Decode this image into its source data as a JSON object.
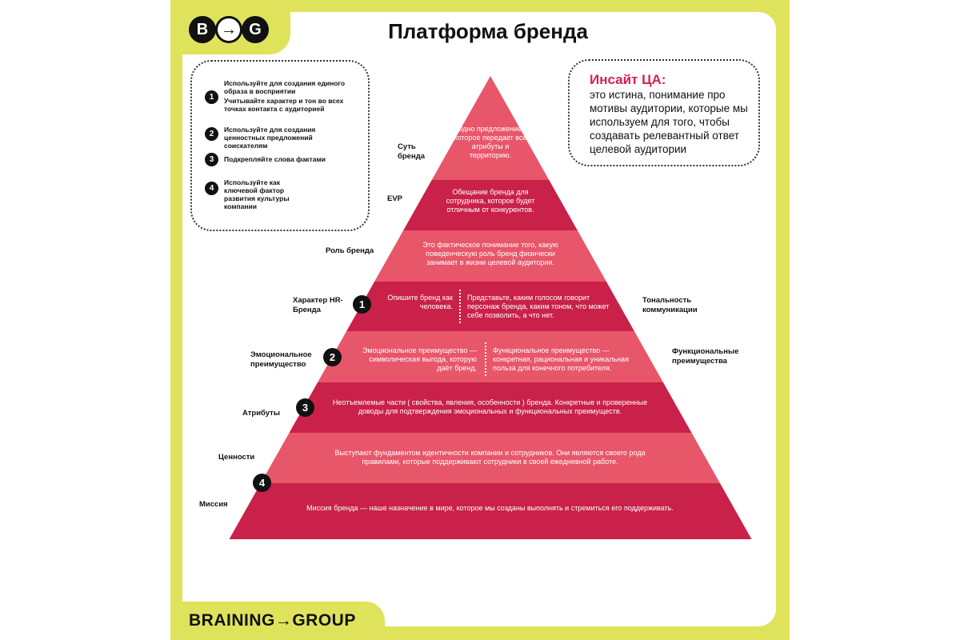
{
  "header": {
    "logo_letters": [
      "B",
      "→",
      "G"
    ],
    "title": "Платформа бренда"
  },
  "footer": {
    "brand": "BRAINING→GROUP"
  },
  "tips": [
    {
      "num": "1",
      "texts": [
        "Используйте для создания единого образа в восприятии",
        "Учитывайте характер и тон во всех точках контакта с аудиторией"
      ]
    },
    {
      "num": "2",
      "texts": [
        "Используйте для создания ценностных предложений соискателям"
      ]
    },
    {
      "num": "3",
      "texts": [
        "Подкрепляйте слова фактами"
      ]
    },
    {
      "num": "4",
      "texts": [
        "Используйте как ключевой фактор развития культуры компании"
      ]
    }
  ],
  "insight": {
    "title": "Инсайт ЦА:",
    "text": "это истина, понимание про мотивы аудитории, которые мы используем для того, чтобы создавать релевантный ответ целевой аудитории"
  },
  "colors": {
    "light": "#e8566a",
    "dark": "#c92149",
    "frame": "#dfe35c"
  },
  "pyramid": {
    "levels": [
      {
        "label": "Суть бренда",
        "text": "Одно предложение, которое передает все атрибуты и территорию."
      },
      {
        "label": "EVP",
        "text": "Обещание бренда для сотрудника, которое будет отличным от конкурентов."
      },
      {
        "label": "Роль бренда",
        "text": "Это фактическое понимание того, какую поведенческую роль бренд физически занимает в жизни целевой аудитории."
      },
      {
        "label": "Характер HR-Бренда",
        "num": "1",
        "text": "Опишите бренд как человека.",
        "text2": "Представьте, каким голосом говорит персонаж бренда, каким тоном, что может себе позволить, а что нет.",
        "right_label": "Тональность коммуникации"
      },
      {
        "label": "Эмоциональное преимущество",
        "num": "2",
        "text": "Эмоциональное преимущество — символическая выгода, которую даёт бренд.",
        "text2": "Функциональное преимущество — конкретная, рациональная и уникальная польза для конечного потребителя.",
        "right_label": "Функциональные преимущества"
      },
      {
        "label": "Атрибуты",
        "num": "3",
        "text": "Неотъемлемые части ( свойства, явления, особенности ) бренда. Конкретные и проверенные доводы для подтверждения эмоциональных и функциональных преимуществ."
      },
      {
        "label": "Ценности",
        "text": "Выступают фундаментом идентичности компании и сотрудников. Они являются своего рода правилами, которые поддерживают сотрудники в своей ежедневной работе."
      },
      {
        "label": "Миссия",
        "num": "4",
        "text": "Миссия бренда — наше назначение в мире, которое мы созданы выполнять и стремиться его поддерживать."
      }
    ]
  }
}
